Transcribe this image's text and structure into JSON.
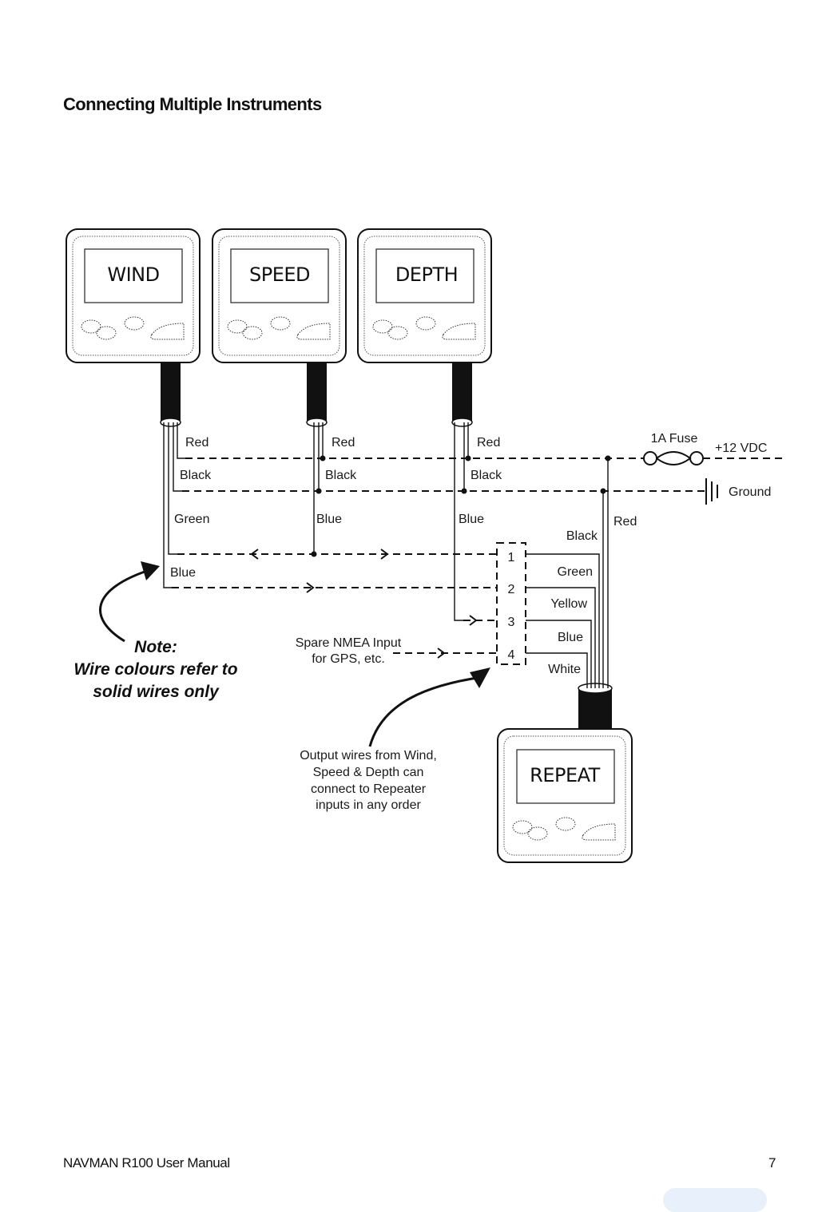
{
  "page": {
    "title": "Connecting Multiple Instruments",
    "footer_manual": "NAVMAN R100 User Manual",
    "page_number": "7"
  },
  "instruments": {
    "wind": "WIND",
    "speed": "SPEED",
    "depth": "DEPTH",
    "repeat": "REPEAT"
  },
  "wires": {
    "wind_red": "Red",
    "wind_black": "Black",
    "wind_green": "Green",
    "wind_blue": "Blue",
    "speed_red": "Red",
    "speed_black": "Black",
    "speed_blue": "Blue",
    "depth_red": "Red",
    "depth_black": "Black",
    "depth_blue": "Blue",
    "repeat_black": "Black",
    "repeat_red": "Red",
    "repeat_green": "Green",
    "repeat_yellow": "Yellow",
    "repeat_blue": "Blue",
    "repeat_white": "White"
  },
  "power": {
    "fuse": "1A Fuse",
    "supply": "+12 VDC",
    "ground": "Ground"
  },
  "terminals": [
    "1",
    "2",
    "3",
    "4"
  ],
  "spare_input": {
    "line1": "Spare NMEA Input",
    "line2": "for GPS, etc."
  },
  "note": {
    "line1": "Note:",
    "line2": "Wire colours refer to",
    "line3": "solid wires only"
  },
  "output_note": {
    "line1": "Output wires from Wind,",
    "line2": "Speed & Depth can",
    "line3": "connect to Repeater",
    "line4": "inputs in any order"
  }
}
